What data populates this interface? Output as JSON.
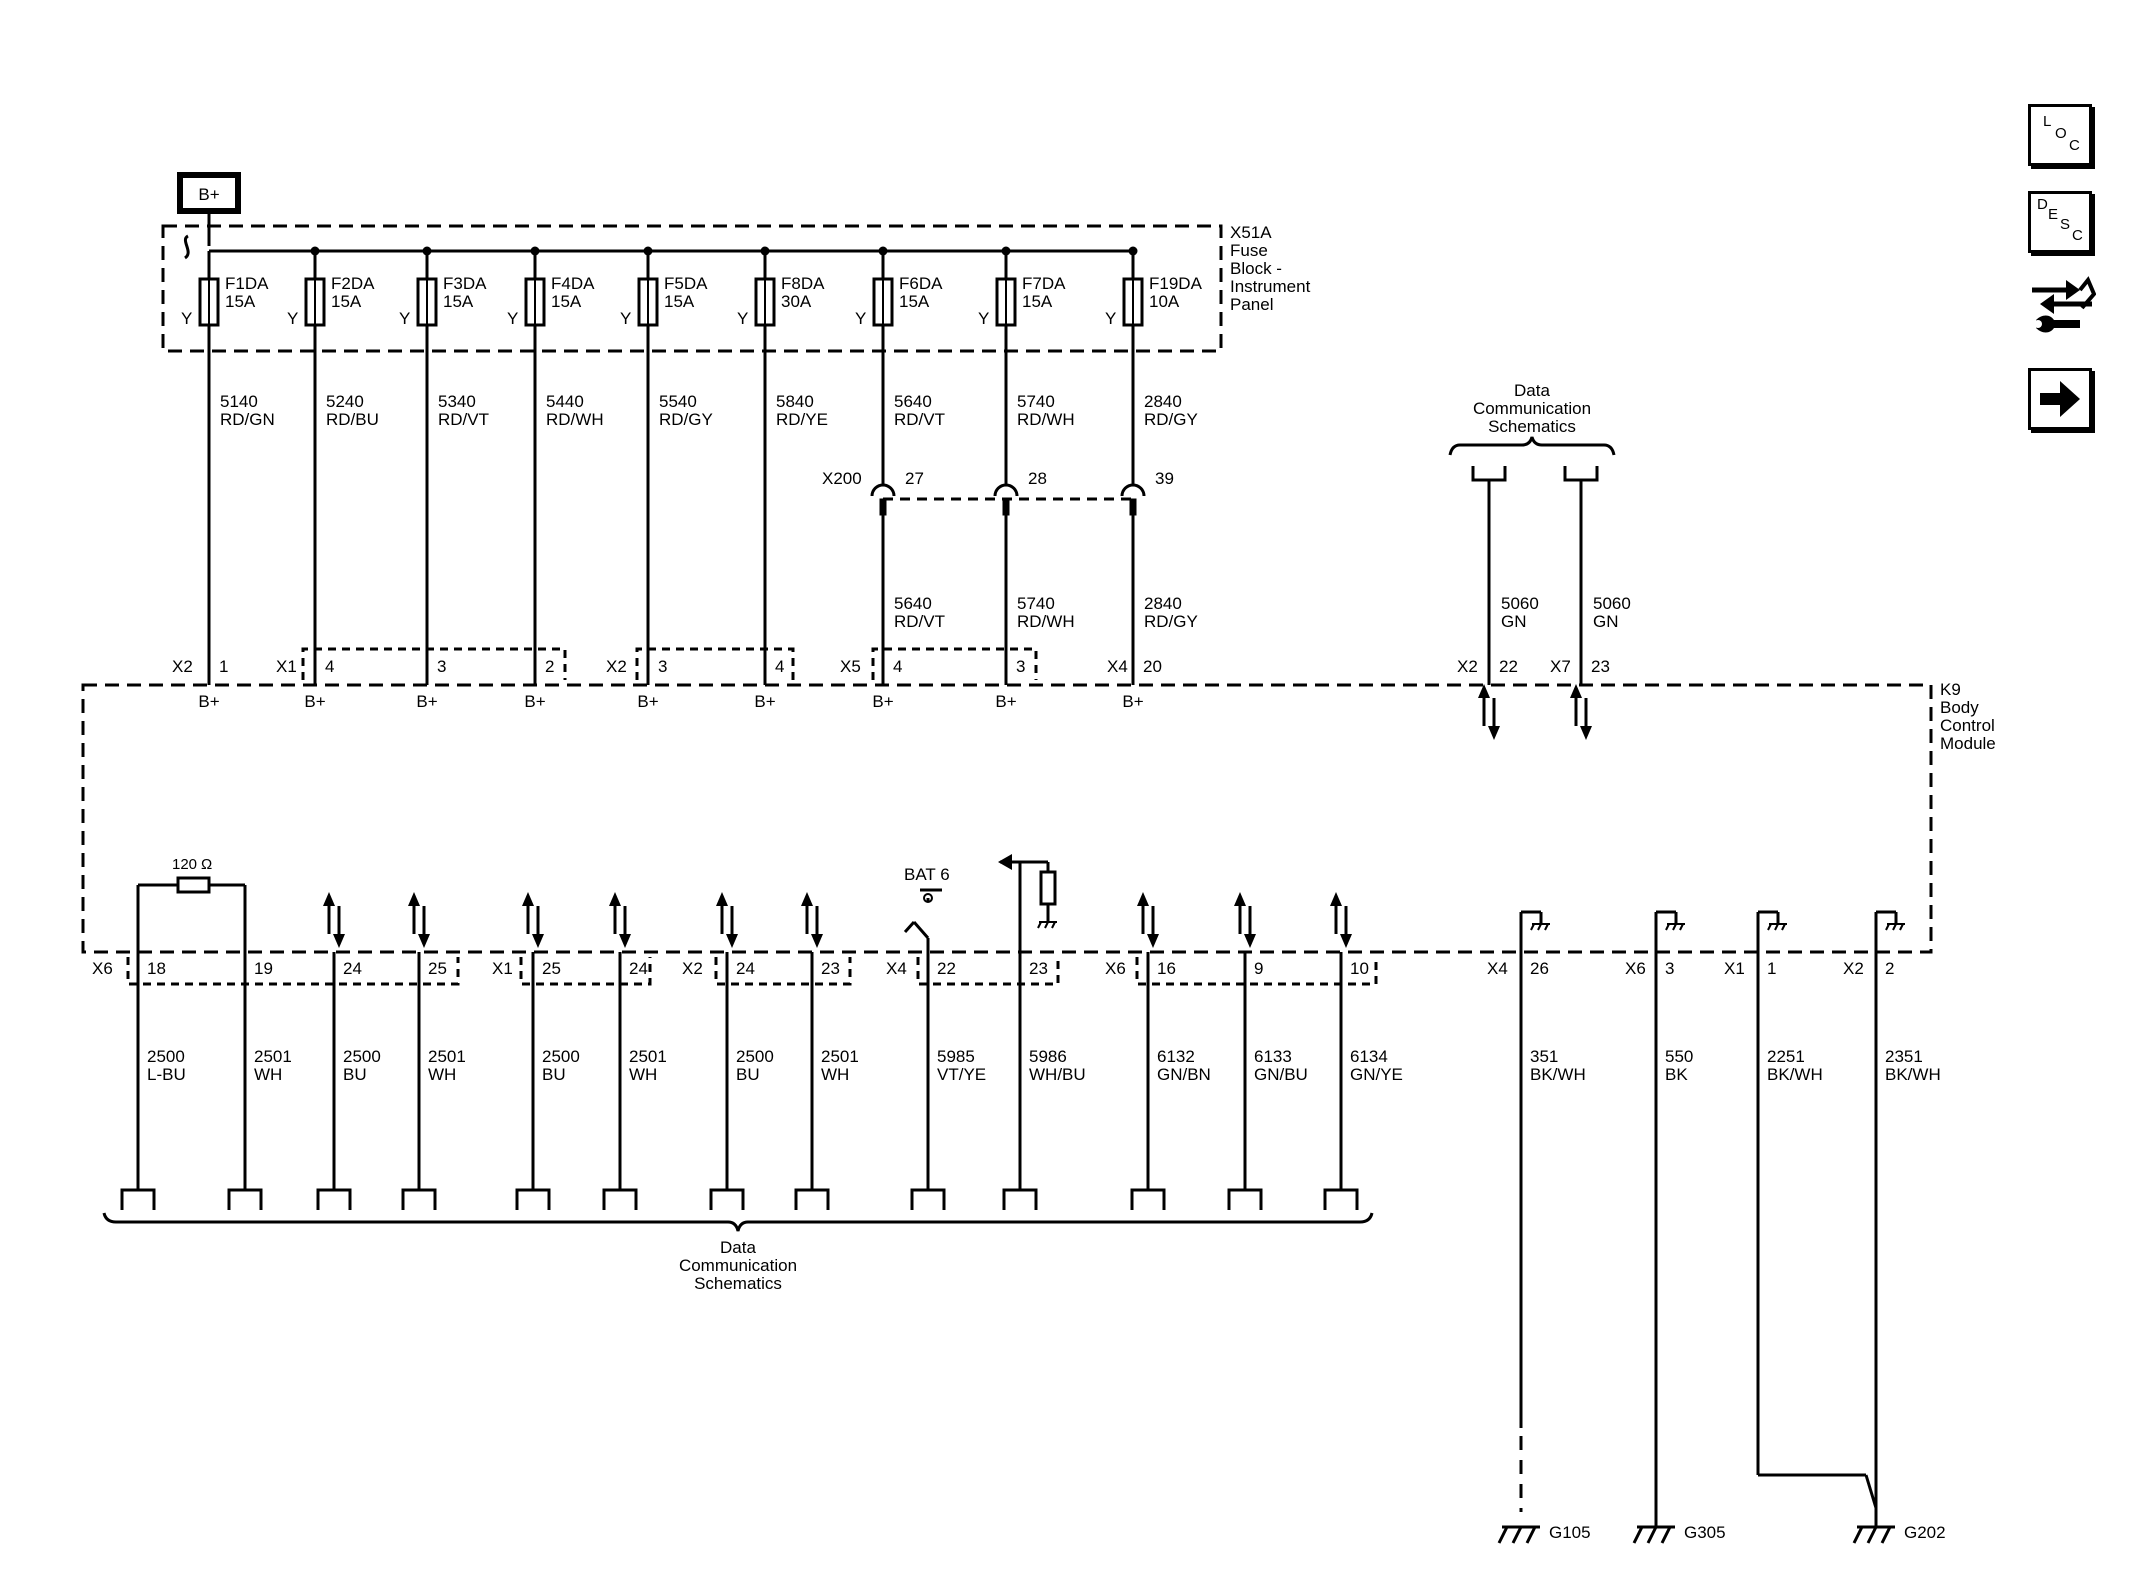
{
  "power": {
    "source_label": "B+"
  },
  "fuse_block": {
    "name": "X51A",
    "lines": [
      "Fuse",
      "Block -",
      "Instrument",
      "Panel"
    ],
    "fuses": [
      {
        "name": "F1DA",
        "rating": "15A",
        "pin": "Y",
        "circuit": "5140",
        "color": "RD/GN"
      },
      {
        "name": "F2DA",
        "rating": "15A",
        "pin": "Y",
        "circuit": "5240",
        "color": "RD/BU"
      },
      {
        "name": "F3DA",
        "rating": "15A",
        "pin": "Y",
        "circuit": "5340",
        "color": "RD/VT"
      },
      {
        "name": "F4DA",
        "rating": "15A",
        "pin": "Y",
        "circuit": "5440",
        "color": "RD/WH"
      },
      {
        "name": "F5DA",
        "rating": "15A",
        "pin": "Y",
        "circuit": "5540",
        "color": "RD/GY"
      },
      {
        "name": "F8DA",
        "rating": "30A",
        "pin": "Y",
        "circuit": "5840",
        "color": "RD/YE"
      },
      {
        "name": "F6DA",
        "rating": "15A",
        "pin": "Y",
        "circuit": "5640",
        "color": "RD/VT"
      },
      {
        "name": "F7DA",
        "rating": "15A",
        "pin": "Y",
        "circuit": "5740",
        "color": "RD/WH"
      },
      {
        "name": "F19DA",
        "rating": "10A",
        "pin": "Y",
        "circuit": "2840",
        "color": "RD/GY"
      }
    ]
  },
  "inline_connector": {
    "name": "X200",
    "pins": [
      "27",
      "28",
      "39"
    ],
    "circuits": [
      {
        "circuit": "5640",
        "color": "RD/VT"
      },
      {
        "circuit": "5740",
        "color": "RD/WH"
      },
      {
        "circuit": "2840",
        "color": "RD/GY"
      }
    ]
  },
  "data_comm_top": {
    "lines": [
      "Data",
      "Communication",
      "Schematics"
    ],
    "circuits": [
      {
        "circuit": "5060",
        "color": "GN"
      },
      {
        "circuit": "5060",
        "color": "GN"
      }
    ]
  },
  "module": {
    "name": "K9",
    "lines": [
      "Body",
      "Control",
      "Module"
    ],
    "top_connectors": [
      {
        "connector": "X2",
        "pins": [
          "1"
        ]
      },
      {
        "connector": "X1",
        "pins": [
          "4",
          "3",
          "2"
        ]
      },
      {
        "connector": "X2",
        "pins": [
          "3",
          "4"
        ]
      },
      {
        "connector": "X5",
        "pins": [
          "4",
          "3"
        ]
      },
      {
        "connector": "X4",
        "pins": [
          "20"
        ]
      },
      {
        "connector": "X2",
        "pins": [
          "22"
        ]
      },
      {
        "connector": "X7",
        "pins": [
          "23"
        ]
      }
    ],
    "bplus_label": "B+",
    "resistor": "120",
    "resistor_unit": "Ω",
    "switch_label": "BAT 6",
    "bottom_connectors": [
      {
        "connector": "X6",
        "pins": [
          "18",
          "19",
          "24",
          "25"
        ]
      },
      {
        "connector": "X1",
        "pins": [
          "25",
          "24"
        ]
      },
      {
        "connector": "X2",
        "pins": [
          "24",
          "23"
        ]
      },
      {
        "connector": "X4",
        "pins": [
          "22",
          "23"
        ]
      },
      {
        "connector": "X6",
        "pins": [
          "16",
          "9",
          "10"
        ]
      },
      {
        "connector": "X4",
        "pins": [
          "26"
        ]
      },
      {
        "connector": "X6",
        "pins": [
          "3"
        ]
      },
      {
        "connector": "X1",
        "pins": [
          "1"
        ]
      },
      {
        "connector": "X2",
        "pins": [
          "2"
        ]
      }
    ]
  },
  "bottom_wires": [
    {
      "circuit": "2500",
      "color": "L-BU"
    },
    {
      "circuit": "2501",
      "color": "WH"
    },
    {
      "circuit": "2500",
      "color": "BU"
    },
    {
      "circuit": "2501",
      "color": "WH"
    },
    {
      "circuit": "2500",
      "color": "BU"
    },
    {
      "circuit": "2501",
      "color": "WH"
    },
    {
      "circuit": "2500",
      "color": "BU"
    },
    {
      "circuit": "2501",
      "color": "WH"
    },
    {
      "circuit": "5985",
      "color": "VT/YE"
    },
    {
      "circuit": "5986",
      "color": "WH/BU"
    },
    {
      "circuit": "6132",
      "color": "GN/BN"
    },
    {
      "circuit": "6133",
      "color": "GN/BU"
    },
    {
      "circuit": "6134",
      "color": "GN/YE"
    },
    {
      "circuit": "351",
      "color": "BK/WH"
    },
    {
      "circuit": "550",
      "color": "BK"
    },
    {
      "circuit": "2251",
      "color": "BK/WH"
    },
    {
      "circuit": "2351",
      "color": "BK/WH"
    }
  ],
  "data_comm_bottom": {
    "lines": [
      "Data",
      "Communication",
      "Schematics"
    ]
  },
  "grounds": [
    "G105",
    "G305",
    "G202"
  ],
  "toolbar": {
    "loc": [
      "L",
      "O",
      "C"
    ],
    "desc": [
      "D",
      "E",
      "S",
      "C"
    ],
    "items": [
      "loc-button",
      "desc-button",
      "connector-repair-button",
      "next-button"
    ]
  }
}
